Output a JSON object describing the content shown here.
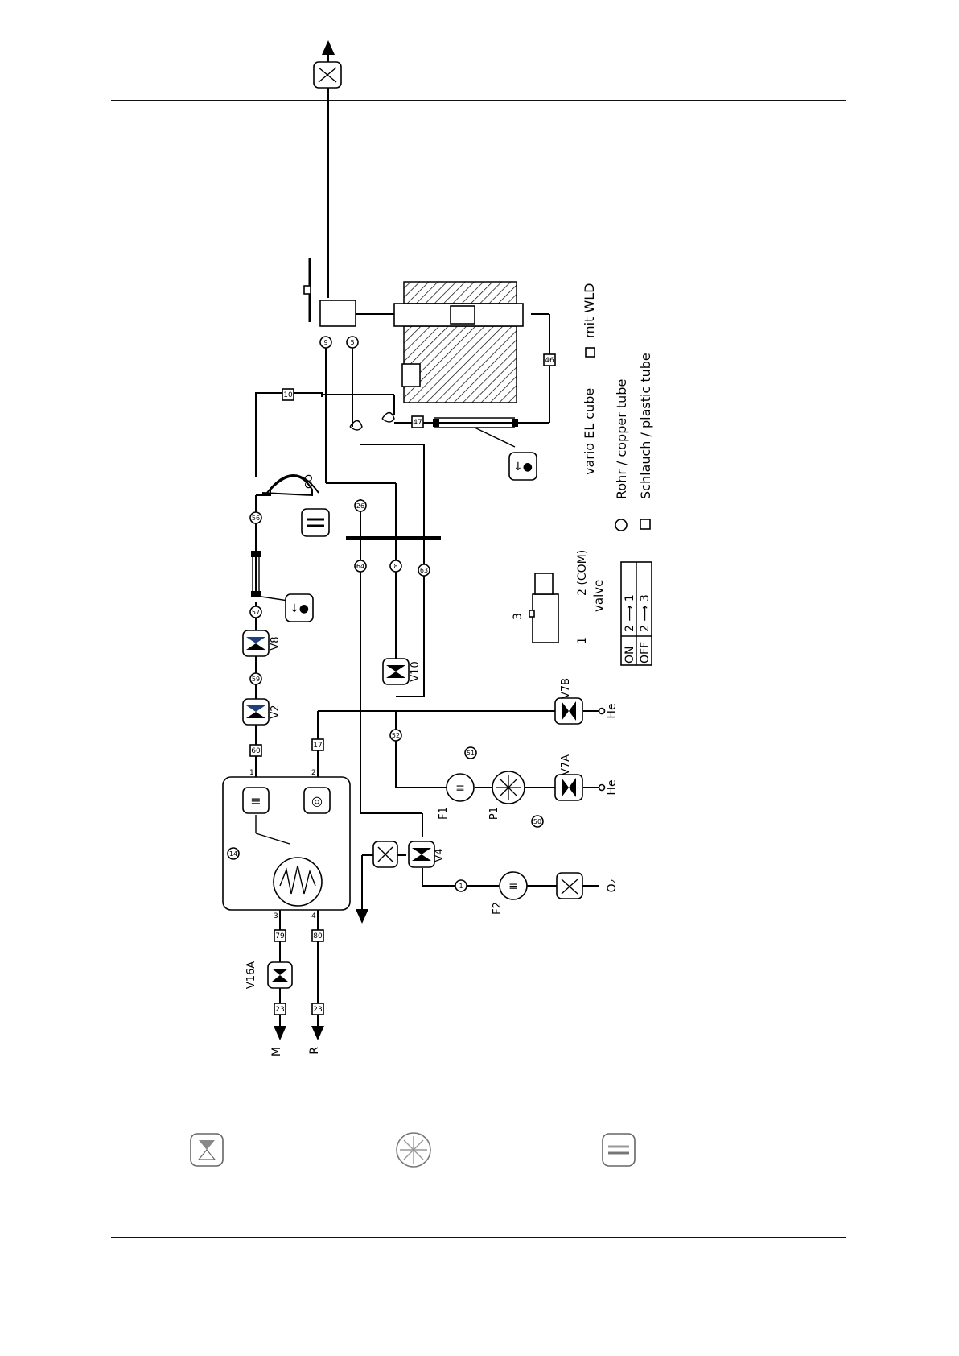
{
  "diagram": {
    "valves": [
      "V16A",
      "V4",
      "V2",
      "V8",
      "V10",
      "V7A",
      "V7B"
    ],
    "filters": [
      "F1",
      "F2"
    ],
    "pump": "P1",
    "trap": "CO",
    "gases": {
      "he_a": "He",
      "he_b": "He",
      "o2": "O₂",
      "m": "M",
      "r": "R"
    },
    "tags": {
      "t1": "1",
      "t5": "5",
      "t8": "8",
      "t9": "9",
      "t10": "10",
      "t14": "14",
      "t17": "17",
      "t23a": "23",
      "t23b": "23",
      "t26": "26",
      "t46": "46",
      "t47": "47",
      "t50": "50",
      "t51": "51",
      "t52": "52",
      "t56": "56",
      "t57": "57",
      "t59": "59",
      "t60": "60",
      "t63": "63",
      "t64": "64",
      "t79": "79",
      "t80": "80"
    },
    "port_labels": [
      "1",
      "2",
      "3",
      "4"
    ],
    "legend": {
      "title_a": "vario EL cube",
      "title_b": "mit WLD",
      "rohr": "Rohr / copper tube",
      "schlauch": "Schlauch / plastic tube",
      "valve_caption": "valve",
      "valve_port_1": "1",
      "valve_port_2": "2 (COM)",
      "valve_port_3": "3",
      "table": [
        {
          "state": "ON",
          "path": "2 ⟶ 1"
        },
        {
          "state": "OFF",
          "path": "2 ⟶ 3"
        }
      ]
    }
  },
  "icons": [
    "valve-icon",
    "pump-icon",
    "trap-icon"
  ]
}
